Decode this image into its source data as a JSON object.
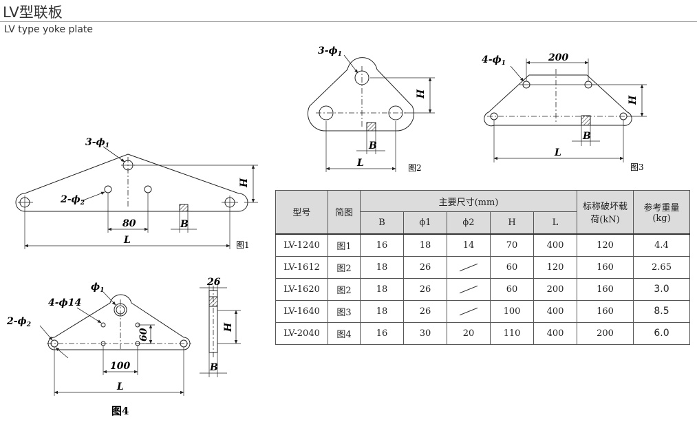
{
  "header": {
    "title": "LV型联板",
    "subtitle": "LV type yoke plate"
  },
  "figures": {
    "fig1": {
      "caption": "图1",
      "holes3": "3-ϕ",
      "holes3_sub": "1",
      "holes2": "2-ϕ",
      "holes2_sub": "2",
      "dim_80": "80",
      "dim_B": "B",
      "dim_L": "L",
      "dim_H": "H"
    },
    "fig2": {
      "caption": "图2",
      "holes": "3-ϕ",
      "holes_sub": "1",
      "dim_B": "B",
      "dim_L": "L",
      "dim_H": "H"
    },
    "fig3": {
      "caption": "图3",
      "holes": "4-ϕ",
      "holes_sub": "1",
      "dim_200": "200",
      "dim_B": "B",
      "dim_L": "L",
      "dim_H": "H"
    },
    "fig4": {
      "caption": "图4",
      "phi": "ϕ",
      "phi_sub": "1",
      "holes4": "4-ϕ14",
      "holes2": "2-ϕ",
      "holes2_sub": "2",
      "dim_60": "60",
      "dim_100": "100",
      "dim_L": "L",
      "dim_26": "26",
      "dim_H": "H",
      "dim_B": "B"
    }
  },
  "table": {
    "header": {
      "model": "型号",
      "diagram": "简图",
      "main_dims": "主要尺寸(mm)",
      "load": "标称破坏载荷(kN)",
      "weight": "参考重量(kg)",
      "sub": [
        "B",
        "ϕ1",
        "ϕ2",
        "H",
        "L"
      ]
    },
    "rows": [
      {
        "model": "LV-1240",
        "fig": "图1",
        "B": "16",
        "phi1": "18",
        "phi2": "14",
        "H": "70",
        "L": "400",
        "load": "120",
        "weight": "4.4"
      },
      {
        "model": "LV-1612",
        "fig": "图2",
        "B": "18",
        "phi1": "26",
        "phi2": "",
        "H": "60",
        "L": "120",
        "load": "160",
        "weight": "2.65"
      },
      {
        "model": "LV-1620",
        "fig": "图2",
        "B": "18",
        "phi1": "26",
        "phi2": "",
        "H": "60",
        "L": "200",
        "load": "160",
        "weight": "3.0"
      },
      {
        "model": "LV-1640",
        "fig": "图3",
        "B": "18",
        "phi1": "26",
        "phi2": "",
        "H": "100",
        "L": "400",
        "load": "160",
        "weight": "8.5"
      },
      {
        "model": "LV-2040",
        "fig": "图4",
        "B": "16",
        "phi1": "30",
        "phi2": "20",
        "H": "110",
        "L": "400",
        "load": "200",
        "weight": "6.0"
      }
    ]
  }
}
